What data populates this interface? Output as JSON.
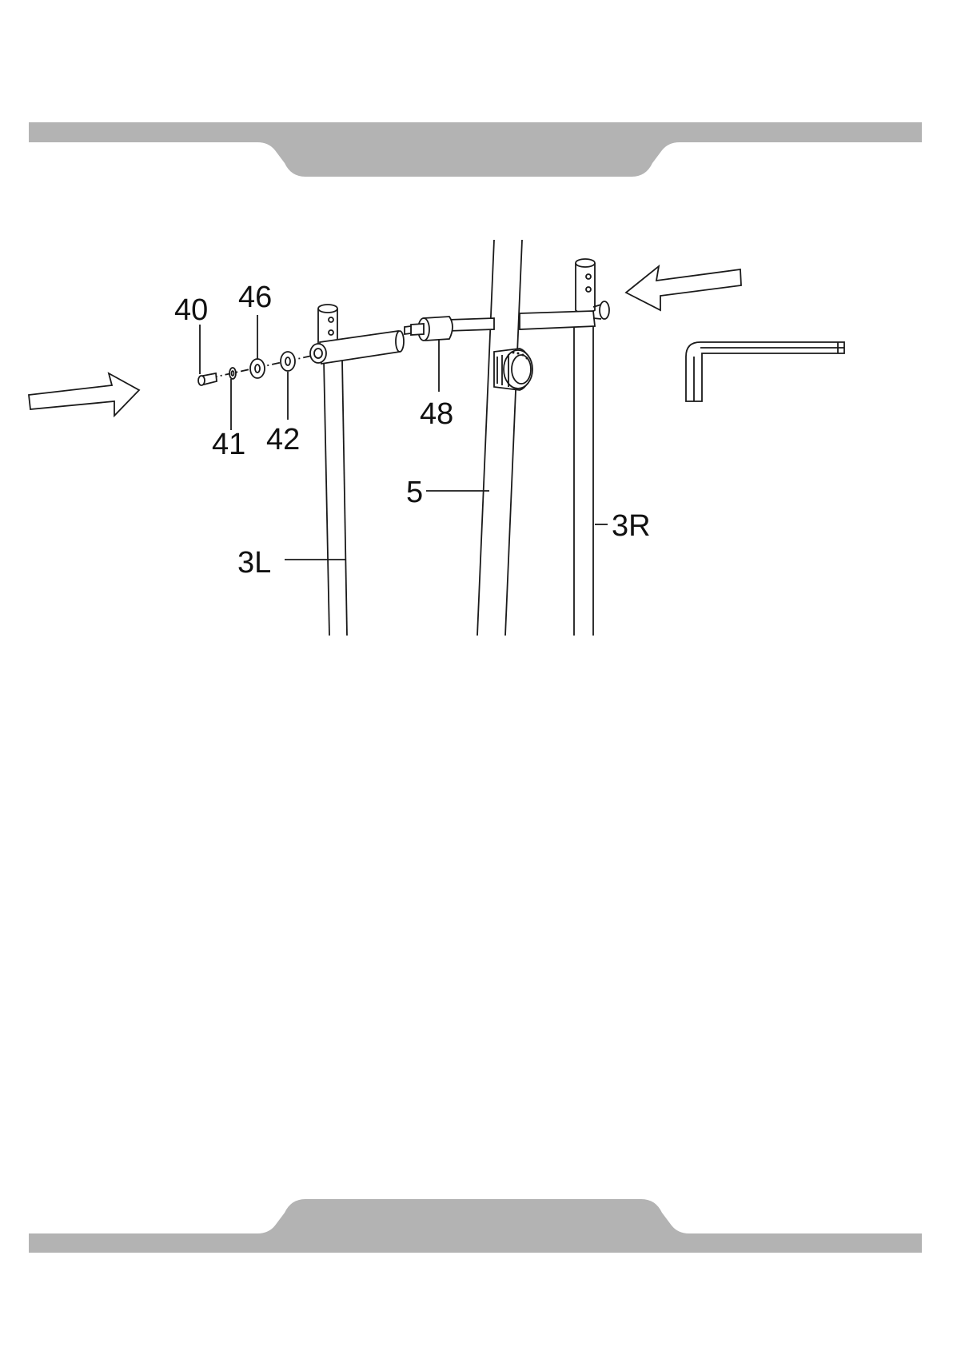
{
  "colors": {
    "band": "#b3b3b3",
    "ink": "#1a1a1a",
    "background": "#ffffff"
  },
  "labels": {
    "p40": "40",
    "p46": "46",
    "p41": "41",
    "p42": "42",
    "p48": "48",
    "p5": "5",
    "p3R": "3R",
    "p3L": "3L"
  }
}
